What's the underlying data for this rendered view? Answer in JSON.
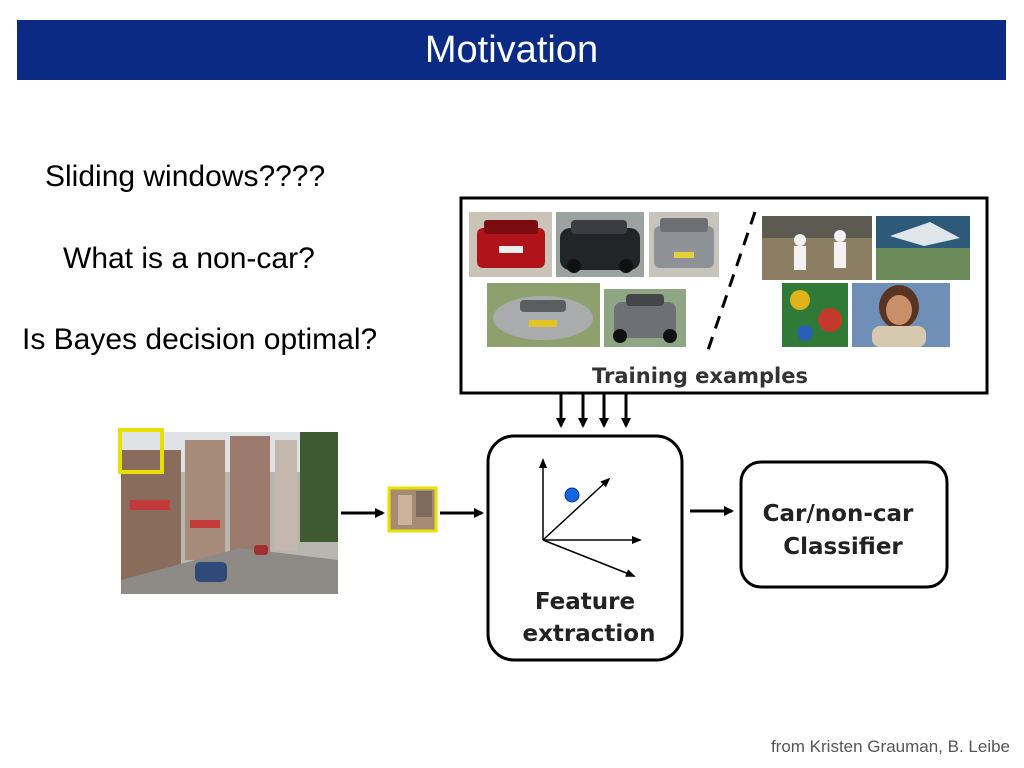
{
  "slide": {
    "title": "Motivation",
    "questions": [
      "Sliding windows????",
      "What is a non-car?",
      "Is Bayes decision optimal?"
    ],
    "credit": "from Kristen Grauman, B. Leibe"
  },
  "diagram": {
    "training_label": "Training examples",
    "feature_label_line1": "Feature",
    "feature_label_line2": "extraction",
    "classifier_label_line1": "Car/non-car",
    "classifier_label_line2": "Classifier"
  },
  "colors": {
    "title_bar": "#0a2a84",
    "window_highlight": "#e8e000",
    "feature_point": "#1565e0"
  }
}
